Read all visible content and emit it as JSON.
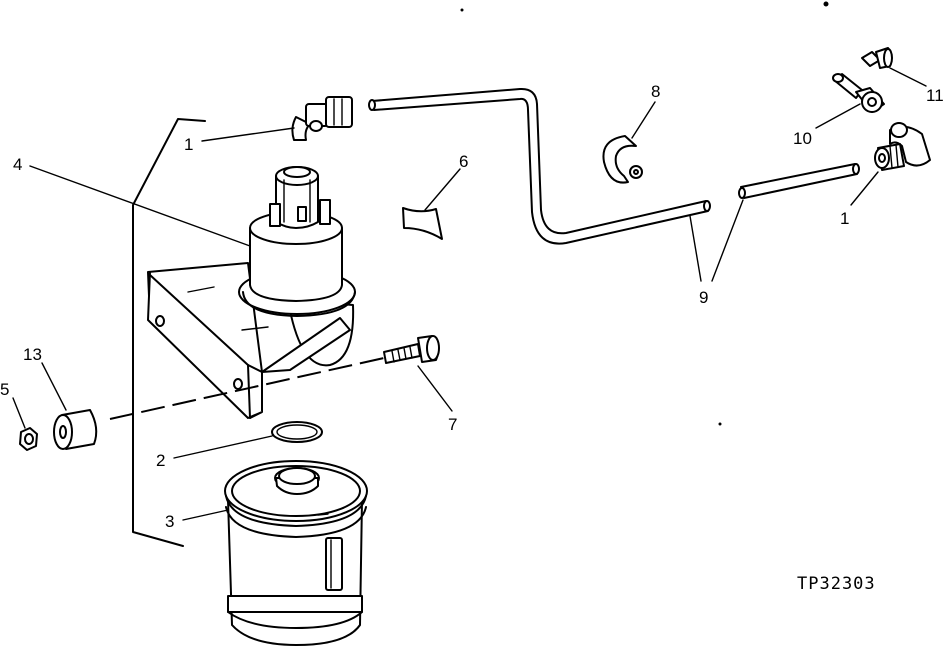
{
  "callouts": {
    "c1_left": "1",
    "c1_right": "1",
    "c2": "2",
    "c3": "3",
    "c4": "4",
    "c5": "5",
    "c6": "6",
    "c7": "7",
    "c8": "8",
    "c9": "9",
    "c10": "10",
    "c11": "11",
    "c13": "13"
  },
  "figure_ref": "TP32303"
}
